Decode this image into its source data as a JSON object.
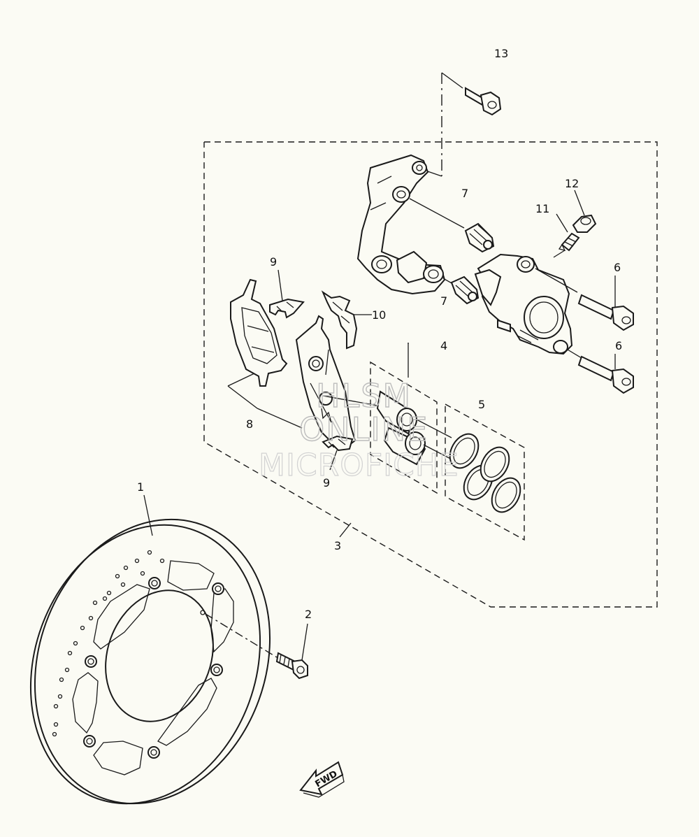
{
  "callouts": [
    {
      "id": "c1",
      "text": "1"
    },
    {
      "id": "c2",
      "text": "2"
    },
    {
      "id": "c3",
      "text": "3"
    },
    {
      "id": "c4",
      "text": "4"
    },
    {
      "id": "c5",
      "text": "5"
    },
    {
      "id": "c6a",
      "text": "6"
    },
    {
      "id": "c6b",
      "text": "6"
    },
    {
      "id": "c7a",
      "text": "7"
    },
    {
      "id": "c7b",
      "text": "7"
    },
    {
      "id": "c8",
      "text": "8"
    },
    {
      "id": "c9a",
      "text": "9"
    },
    {
      "id": "c9b",
      "text": "9"
    },
    {
      "id": "c10",
      "text": "10"
    },
    {
      "id": "c11",
      "text": "11"
    },
    {
      "id": "c12",
      "text": "12"
    },
    {
      "id": "c13",
      "text": "13"
    }
  ],
  "fwd_label": "FWD",
  "watermark": {
    "line1": "HLSM",
    "line2": "ONLINE",
    "line3": "MICROFICHE"
  },
  "colors": {
    "background": "#fbfbf4",
    "ink": "#1a1a1a",
    "watermark": "#bdbdbd"
  }
}
